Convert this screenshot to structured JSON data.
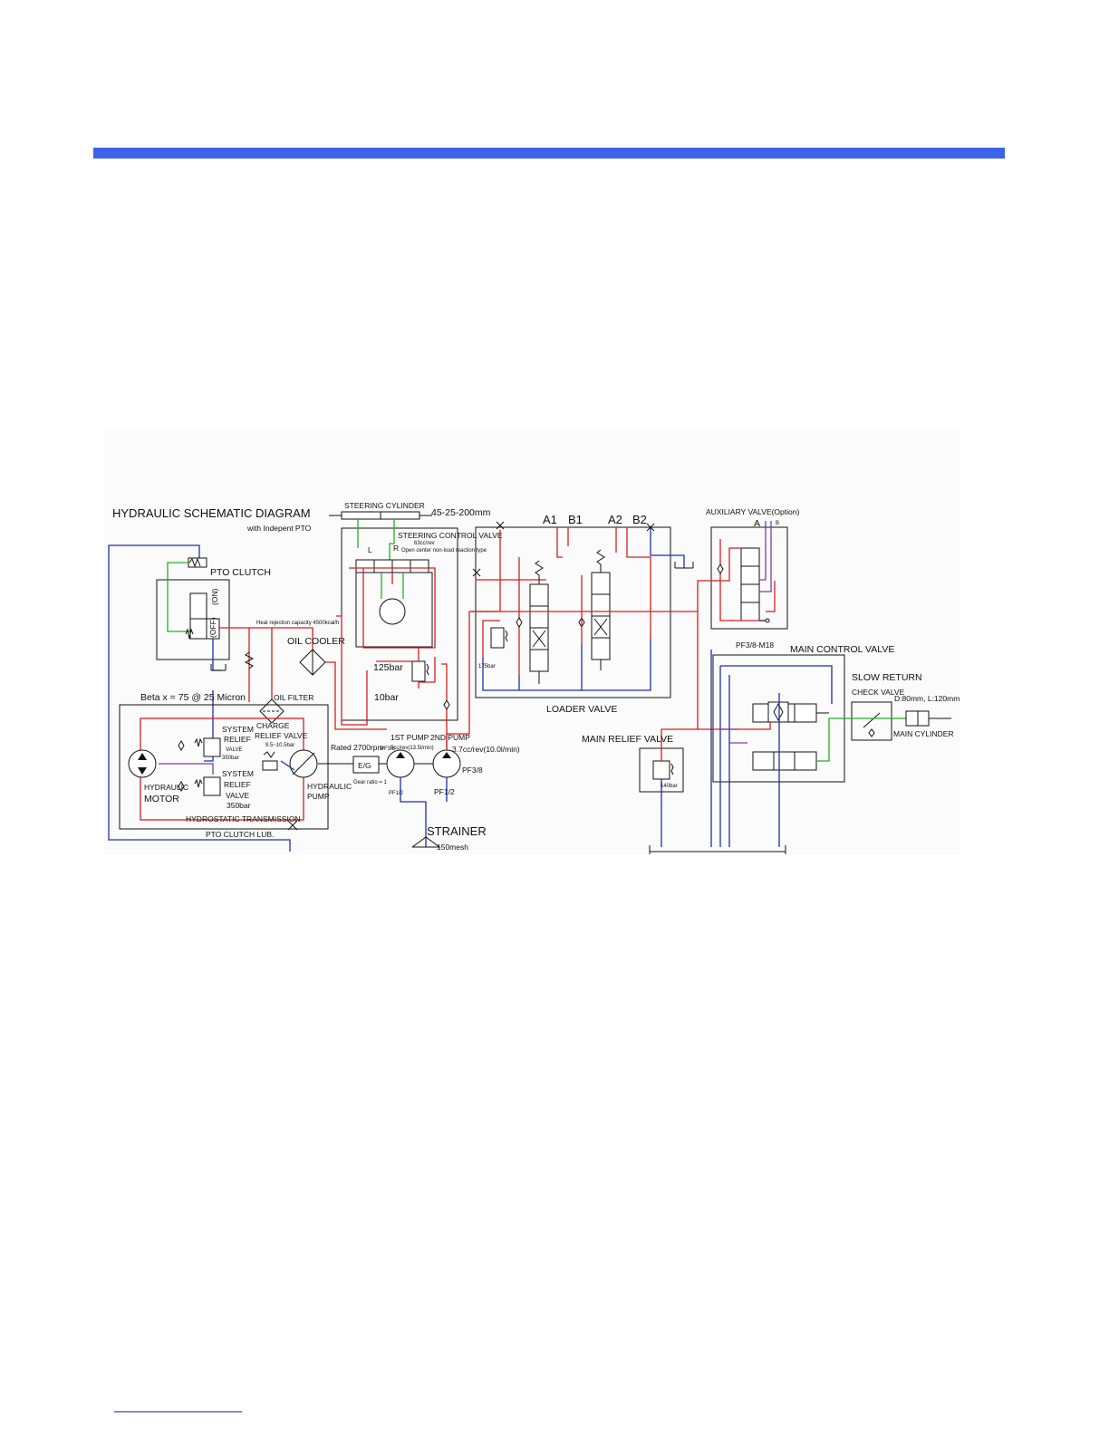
{
  "colors": {
    "accent_bar": "#3d63e8",
    "pressure_line": "#d42020",
    "return_line": "#1f2fa8",
    "pilot_line": "#22b022",
    "aux_line": "#7a3fa0",
    "outline": "#111111"
  },
  "diagram": {
    "title": "HYDRAULIC SCHEMATIC DIAGRAM",
    "subtitle": "with Indepent PTO",
    "labels": {
      "pto_clutch": "PTO CLUTCH",
      "pto_on": "(ON)",
      "pto_off": "(OFF)",
      "heat_rejection": "Heat rejection capacity 4500kcal/h",
      "oil_cooler": "OIL COOLER",
      "oil_filter": "OIL FILTER",
      "beta": "Beta x = 75 @ 25 Micron",
      "steering_cylinder": "STEERING CYLINDER",
      "steering_cylinder_size": "45-25-200mm",
      "steering_control_valve": "STEERING CONTROL VALVE",
      "steering_cc": "63cc/rev",
      "steering_type": "Open center non-load reaction type",
      "port_l": "L",
      "port_r": "R",
      "relief_125": "125bar",
      "relief_10": "10bar",
      "port_a1": "A1",
      "port_b1": "B1",
      "port_a2": "A2",
      "port_b2": "B2",
      "relief_175": "175bar",
      "loader_valve": "LOADER VALVE",
      "auxiliary_valve": "AUXILIARY VALVE(Option)",
      "aux_a": "A",
      "aux_b": "B",
      "pf_m18": "PF3/8-M18",
      "main_control_valve": "MAIN CONTROL VALVE",
      "slow_return": "SLOW RETURN",
      "check_valve": "CHECK VALVE",
      "main_cyl_size": "D:80mm, L:120mm",
      "main_cylinder": "MAIN CYLINDER",
      "main_relief_valve": "MAIN RELIEF VALVE",
      "relief_140": "140bar",
      "system_relief_1": "SYSTEM",
      "relief_word": "RELIEF",
      "valve_word": "VALVE",
      "bar_350": "350bar",
      "charge": "CHARGE",
      "charge_relief": "RELIEF VALVE",
      "charge_range": "9.5~10.5bar",
      "hydraulic_word": "HYDRAULIC",
      "motor_word": "MOTOR",
      "pump_word": "PUMP",
      "hydrostatic": "HYDROSTATIC TRANSMISSION",
      "pto_lub": "PTO CLUTCH LUB.",
      "rated": "Rated 2700rpm",
      "pf38_a": "PF3/8",
      "eg": "E/G",
      "gear_ratio": "Gear ratio = 1",
      "first_pump": "1ST PUMP",
      "first_pump_flow": "5cc/rev(13.5l/min)",
      "second_pump": "2ND PUMP",
      "second_pump_flow": "3.7cc/rev(10.0l/min)",
      "pf38_b": "PF3/8",
      "pf12_a": "PF1/2",
      "pf12_b": "PF1/2",
      "strainer": "STRAINER",
      "mesh": "150mesh"
    }
  }
}
